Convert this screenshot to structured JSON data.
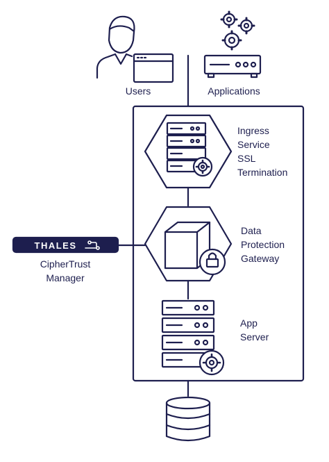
{
  "users": {
    "label": "Users"
  },
  "applications": {
    "label": "Applications"
  },
  "ingress": {
    "label": "Ingress\nService\nSSL\nTermination"
  },
  "gateway": {
    "label": "Data\nProtection\nGateway"
  },
  "app_server": {
    "label": "App\nServer"
  },
  "ciphertrust": {
    "label": "CipherTrust\nManager",
    "logo_text": "THALES"
  },
  "colors": {
    "stroke": "#1d1e4e",
    "background": "#ffffff"
  }
}
